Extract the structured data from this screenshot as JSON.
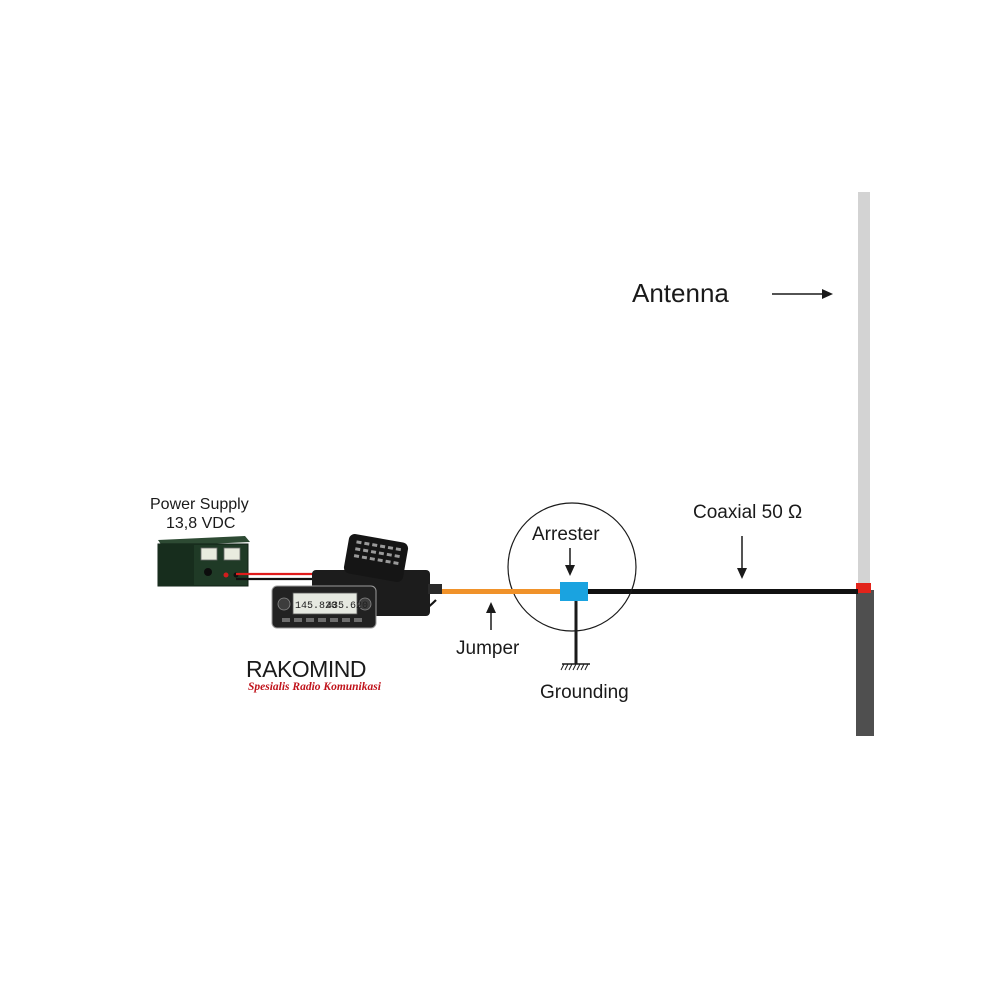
{
  "labels": {
    "antenna": "Antenna",
    "power_supply_line1": "Power Supply",
    "power_supply_line2": "13,8 VDC",
    "coaxial": "Coaxial 50 Ω",
    "arrester": "Arrester",
    "jumper": "Jumper",
    "grounding": "Grounding"
  },
  "logo": {
    "name": "RAKOMIND",
    "tagline": "Spesialis Radio Komunikasi"
  },
  "radio_display": {
    "left_frequency": "145.820",
    "right_frequency": "435.620"
  },
  "colors": {
    "jumper_cable": "#f0922a",
    "coax_cable": "#111111",
    "power_cable_red": "#e01b1b",
    "arrester": "#1aa3e0",
    "antenna_upper": "#d3d3d3",
    "antenna_mast": "#4f4f4f",
    "antenna_feed_point": "#e2231a",
    "logo_accent": "#c0121a"
  }
}
